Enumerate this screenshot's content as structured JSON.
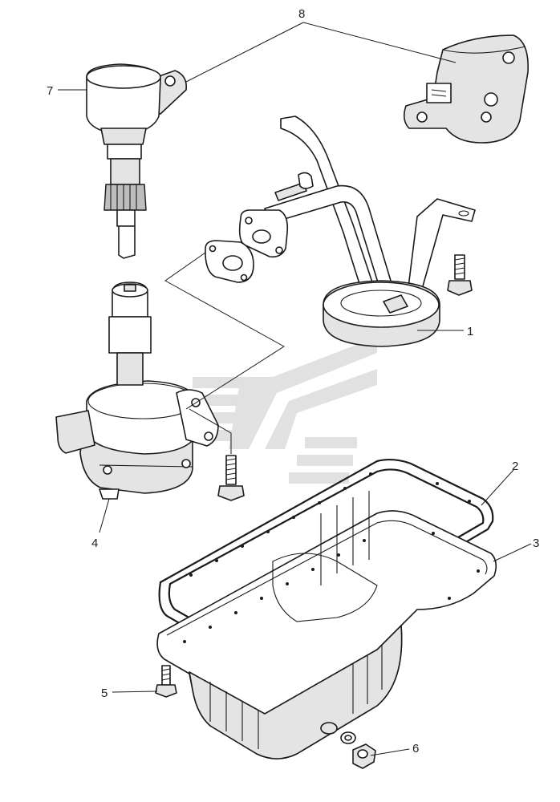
{
  "callouts": {
    "c1": "1",
    "c2": "2",
    "c3": "3",
    "c4": "4",
    "c5": "5",
    "c6": "6",
    "c7": "7",
    "c8": "8"
  },
  "colors": {
    "line": "#1a1a1a",
    "fill_light": "#e4e4e4",
    "fill_dark": "#bdbdbd",
    "watermark": "#b8b8b8"
  }
}
